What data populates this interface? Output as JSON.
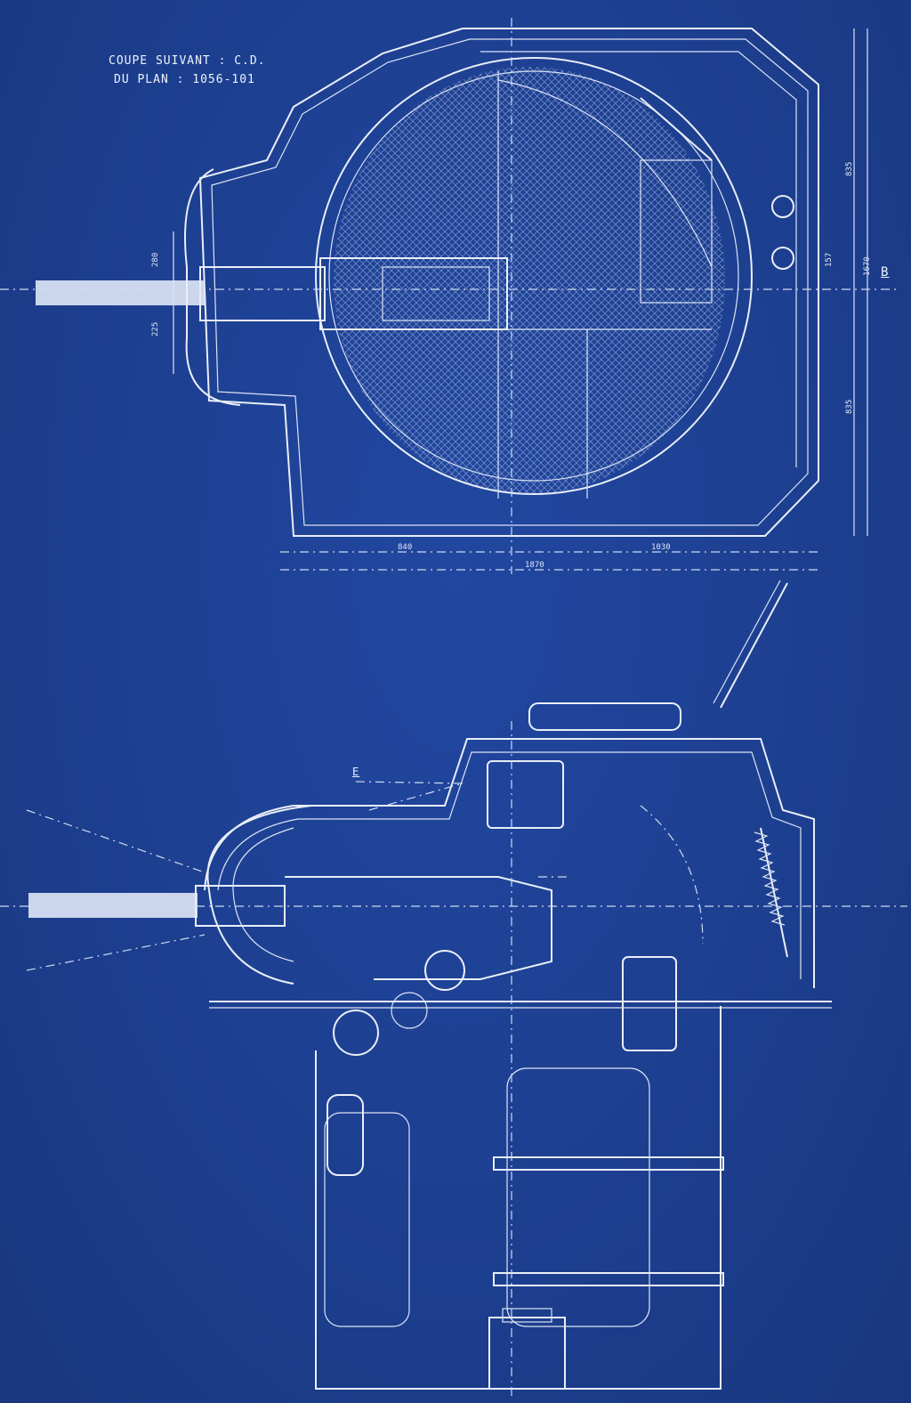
{
  "title": {
    "line1": "COUPE SUIVANT : C.D.",
    "line2": "DU PLAN : 1056-101"
  },
  "section_mark_b": "B",
  "section_mark_e": "E",
  "dimensions": {
    "left_upper": "280",
    "left_lower": "225",
    "right_top": "835",
    "right_mid": "157",
    "right_mid2": "1670",
    "right_bottom": "835",
    "bottom_left": "840",
    "bottom_right": "1030",
    "bottom_total": "1870"
  },
  "colors": {
    "paper": "#1d3f90",
    "ink": "#e9eef8"
  }
}
